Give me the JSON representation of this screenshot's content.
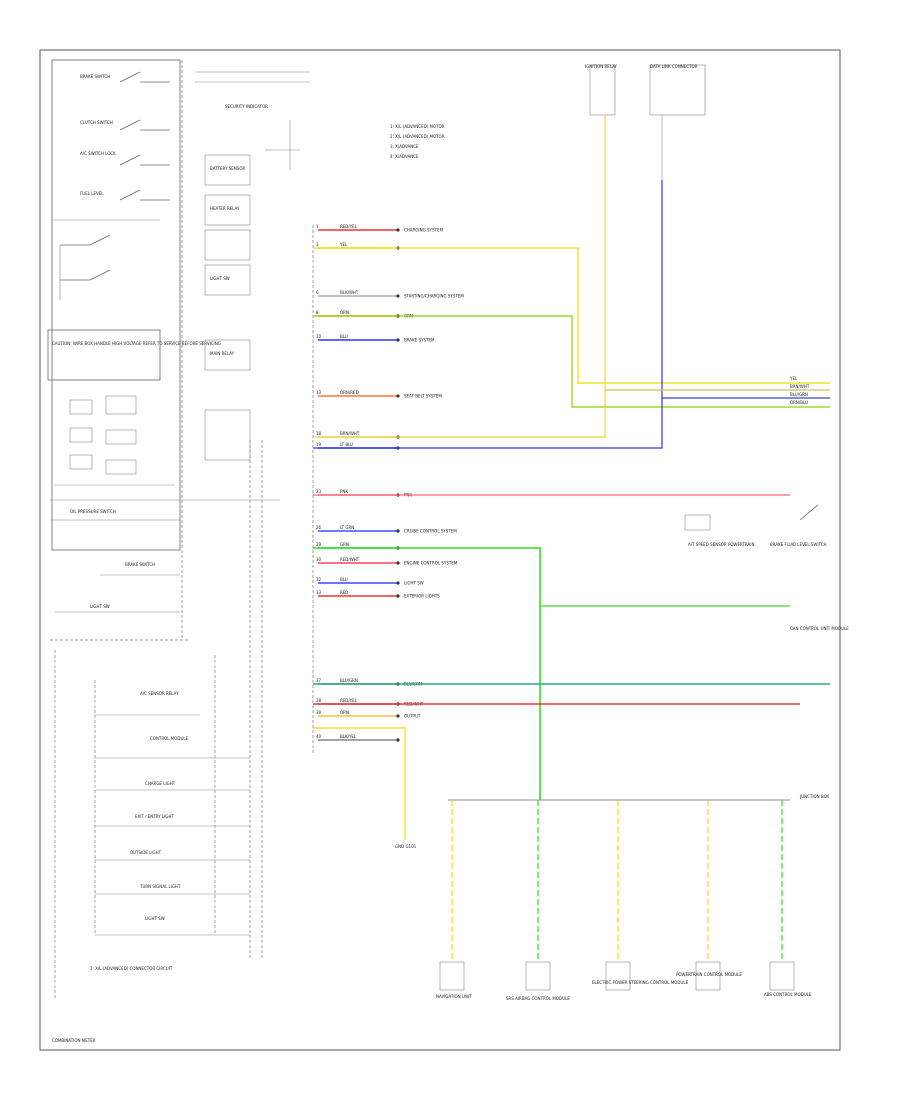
{
  "legend": {
    "items": [
      "1: X/L (ADVANCED) MOTOR",
      "2: X/L (ADVANCED) MOTOR",
      "3: X/ADVANCE",
      "4: X/ADVANCE"
    ]
  },
  "left_panel": {
    "switches": [
      "BRAKE\nSWITCH",
      "CLUTCH\nSWITCH",
      "A/C\nSWITCH\nLOCK",
      "FUEL\nLEVEL"
    ],
    "notice": "CAUTION: WIRE BOX HANDLE\nHIGH VOLTAGE\nREFER TO SERVICE\nBEFORE SERVICING",
    "lower_labels": [
      "OIL PRESSURE SWITCH",
      "BRAKE SWITCH",
      "LIGHT SW",
      "A/C SENSOR RELAY",
      "CONTROL MODULE",
      "CHARGE LIGHT",
      "EXIT / ENTRY LIGHT",
      "OUTSIDE LIGHT",
      "TURN SIGNAL LIGHT",
      "LIGHT SW"
    ],
    "footnote": "1: X/L (ADVANCED)\nCONNECTOR\nCIRCUIT",
    "caption": "COMBINATION METER"
  },
  "center_top": {
    "labels": [
      "SECURITY\nINDICATOR",
      "BATTERY\nSENSOR",
      "HEATER\nRELAY",
      "LIGHT\nSW",
      "MAIN\nRELAY"
    ]
  },
  "top_connectors": [
    "IGNITION\nRELAY",
    "DATA LINK\nCONNECTOR"
  ],
  "pin_rows": [
    {
      "id": "1",
      "color": "#ee3333",
      "tag": "RED/YEL",
      "text": "CHARGING SYSTEM"
    },
    {
      "id": "3",
      "color": "#e8e000",
      "tag": "YEL",
      "text": ""
    },
    {
      "id": "6",
      "color": "#aaaaaa",
      "tag": "BLK/WHT",
      "text": "STARTING/CHARGING SYSTEM"
    },
    {
      "id": "8",
      "color": "#ff9a1a",
      "tag": "ORN",
      "text": "ORN"
    },
    {
      "id": "10",
      "color": "#3333ee",
      "tag": "BLU",
      "text": "BRAKE SYSTEM"
    },
    {
      "id": "13",
      "color": "#ff7733",
      "tag": "ORN/RED",
      "text": "SEAT BELT SYSTEM"
    },
    {
      "id": "18",
      "color": "#e8d838",
      "tag": "BRN/WHT",
      "text": ""
    },
    {
      "id": "19",
      "color": "#2a2aee",
      "tag": "LT BLU",
      "text": ""
    },
    {
      "id": "23",
      "color": "#ff6677",
      "tag": "PNK",
      "text": "PNK"
    },
    {
      "id": "26",
      "color": "#3355ff",
      "tag": "LT GRN",
      "text": "CRUISE CONTROL SYSTEM"
    },
    {
      "id": "29",
      "color": "#33dd22",
      "tag": "GRN",
      "text": ""
    },
    {
      "id": "30",
      "color": "#ff4455",
      "tag": "RED/WHT",
      "text": "ENGINE CONTROL SYSTEM"
    },
    {
      "id": "32",
      "color": "#4444ff",
      "tag": "BLU",
      "text": "LIGHT SW"
    },
    {
      "id": "33",
      "color": "#ee3333",
      "tag": "RED",
      "text": "EXTERIOR LIGHTS"
    },
    {
      "id": "37",
      "color": "#22aa88",
      "tag": "BLU/GRN",
      "text": "BLU/GRN"
    },
    {
      "id": "38",
      "color": "#ee3344",
      "tag": "RED/YEL",
      "text": "RED/WHT"
    },
    {
      "id": "39",
      "color": "#ffbb44",
      "tag": "ORN",
      "text": "OUTPUT"
    },
    {
      "id": "40",
      "color": "#888888",
      "tag": "BLK/YEL",
      "text": ""
    }
  ],
  "right_labels": {
    "sensor1": "A/T SPEED\nSENSOR\nPOWERTRAIN",
    "sensor2": "BRAKE FLUID\nLEVEL SWITCH",
    "control": "CAN\nCONTROL\nUNIT\nMODULE",
    "junction": "JUNCTION\nBOX",
    "ground": "GND\nG101",
    "end_tags": [
      "YEL",
      "BRN/WHT",
      "BLU/GRN",
      "ORN/BLU"
    ]
  },
  "bottom_modules": [
    {
      "label": "NAVIGATION\nUNIT"
    },
    {
      "label": "SRS AIRBAG\nCONTROL\nMODULE"
    },
    {
      "label": "ELECTRIC\nPOWER STEERING\nCONTROL\nMODULE"
    },
    {
      "label": "POWERTRAIN\nCONTROL\nMODULE"
    },
    {
      "label": "ABS\nCONTROL\nMODULE"
    }
  ]
}
